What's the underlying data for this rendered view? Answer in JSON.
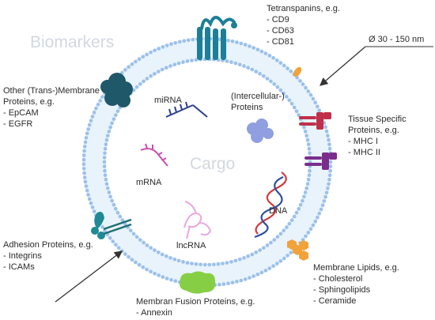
{
  "title": "Biomarkers",
  "center_label": "Cargo",
  "size_label": "Ø 30 - 150 nm",
  "tetraspanins": {
    "heading": "Tetranspanins, e.g.",
    "items": [
      "- CD9",
      "- CD63",
      "- CD81"
    ]
  },
  "other_membrane": {
    "lines": [
      "Other (Trans-)Membrane",
      "Proteins, e.g."
    ],
    "items": [
      "- EpCAM",
      "- EGFR"
    ]
  },
  "tissue_specific": {
    "lines": [
      "Tissue Specific",
      "Proteins, e.g."
    ],
    "items": [
      "- MHC I",
      "- MHC II"
    ]
  },
  "adhesion": {
    "heading": "Adhesion Proteins, e.g.",
    "items": [
      "- Integrins",
      "- ICAMs"
    ]
  },
  "lipids": {
    "heading": "Membrane Lipids, e.g.",
    "items": [
      "- Cholesterol",
      "- Sphingolipids",
      "- Ceramide"
    ]
  },
  "fusion": {
    "heading": "Membran Fusion Proteins, e.g.",
    "items": [
      "- Annexin"
    ]
  },
  "cargo": {
    "mirna": "miRNA",
    "proteins": [
      "(Intercellular-)",
      "Proteins"
    ],
    "mrna": "mRNA",
    "dna": "DNA",
    "lncrna": "lncRNA"
  },
  "colors": {
    "membrane_bead": "#9cc0ea",
    "membrane_band": "#e8f3fb",
    "tetraspanin": "#1c7f97",
    "epcam": "#1f5868",
    "mhc_one": "#c0304a",
    "mhc_two": "#7a2d8c",
    "integrin": "#1f8a93",
    "lipid": "#f2a23a",
    "annexin": "#86cf45",
    "protein": "#8f9fe0",
    "mirna": "#2a3f8e",
    "mrna": "#c84fb1",
    "lncrna": "#e9a8df",
    "dna_a": "#d23b3b",
    "dna_b": "#2e4f9e"
  }
}
